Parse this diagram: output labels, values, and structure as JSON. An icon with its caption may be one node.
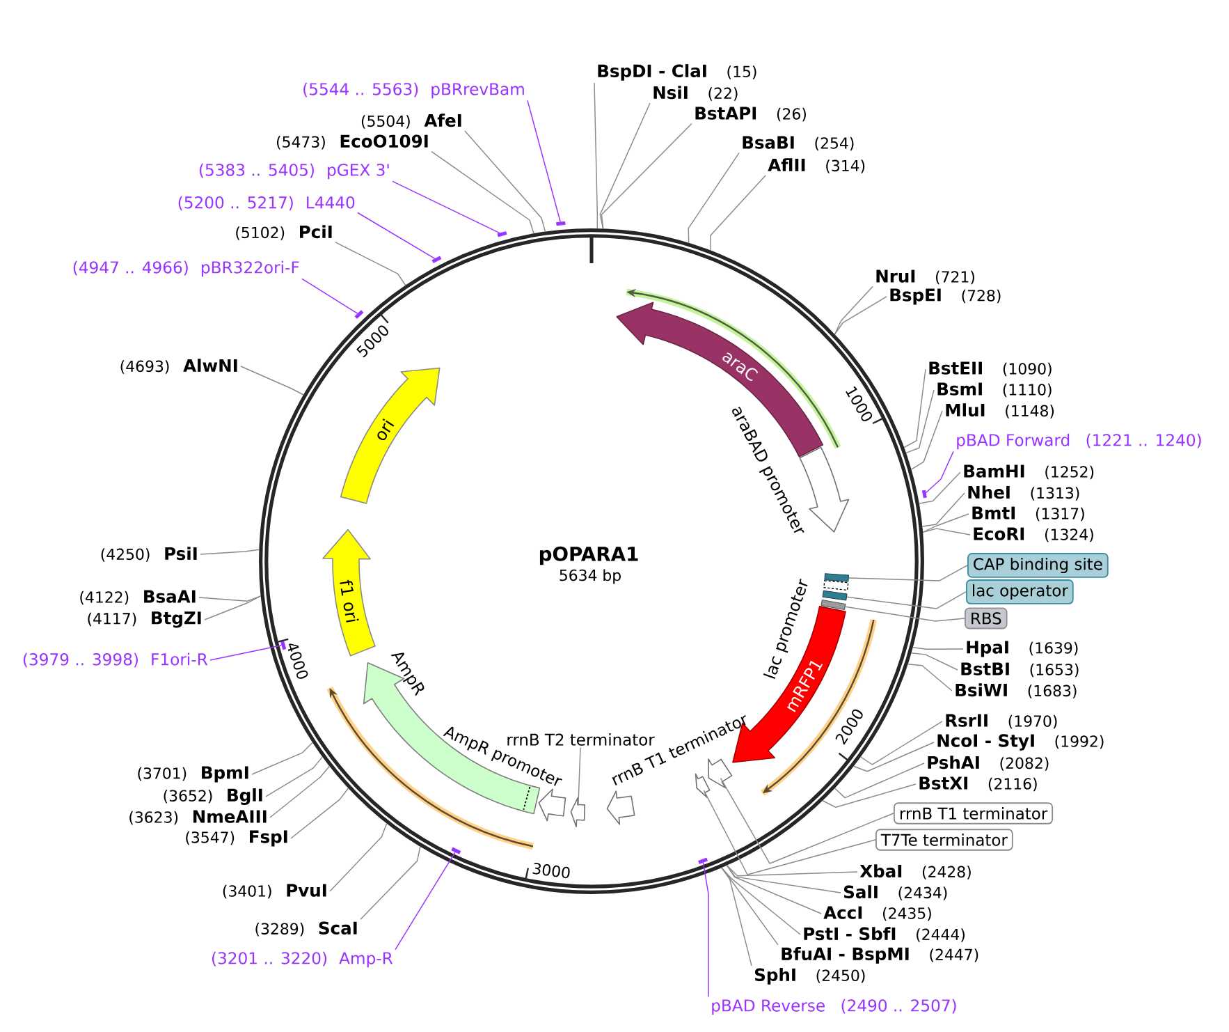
{
  "diagram": {
    "title": "pOPARA1",
    "nodes": [
      {
        "text": [
          "BspDI - ClaI",
          "(15)"
        ]
      },
      {
        "text": [
          "(5544 .. 5563)",
          "pBRrevBam"
        ]
      },
      {
        "text": [
          "NsiI",
          "(22)"
        ]
      },
      {
        "text": [
          "BstAPI",
          "(26)"
        ]
      },
      {
        "text": [
          "(5504)",
          "AfeI"
        ]
      },
      {
        "text": [
          "(5473)",
          "EcoO109I"
        ]
      },
      {
        "text": [
          "BsaBI",
          "(254)"
        ]
      },
      {
        "text": [
          "AflII",
          "(314)"
        ]
      },
      {
        "text": [
          "(5383 .. 5405)",
          "pGEX 3'"
        ]
      },
      {
        "text": [
          "(5200 .. 5217)",
          "L4440"
        ]
      },
      {
        "text": [
          "(5102)",
          "PciI"
        ]
      },
      {
        "text": [
          "(4947 .. 4966)",
          "pBR322ori-F"
        ]
      },
      {
        "text": [
          "NruI",
          "(721)"
        ]
      },
      {
        "text": [
          "BspEI",
          "(728)"
        ]
      },
      {
        "text": [
          "(4693)",
          "AlwNI"
        ]
      },
      {
        "text": [
          "BstEII",
          "(1090)"
        ]
      },
      {
        "text": [
          "BsmI",
          "(1110)"
        ]
      },
      {
        "text": [
          "MluI",
          "(1148)"
        ]
      },
      {
        "text": [
          "pBAD Forward",
          "(1221 .. 1240)"
        ]
      },
      {
        "text": [
          "BamHI",
          "(1252)"
        ]
      },
      {
        "text": [
          "NheI",
          "(1313)"
        ]
      },
      {
        "text": [
          "BmtI",
          "(1317)"
        ]
      },
      {
        "text": [
          "EcoRI",
          "(1324)"
        ]
      },
      {
        "text": [
          "(4250)",
          "PsiI"
        ]
      },
      {
        "text": [
          "CAP binding site"
        ]
      },
      {
        "text": [
          "lac operator"
        ]
      },
      {
        "text": [
          "(4122)",
          "BsaAI"
        ]
      },
      {
        "text": [
          "RBS"
        ]
      },
      {
        "text": [
          "(4117)",
          "BtgZI"
        ]
      },
      {
        "text": [
          "HpaI",
          "(1639)"
        ]
      },
      {
        "text": [
          "(3979 .. 3998)",
          "F1ori-R"
        ]
      },
      {
        "text": [
          "BstBI",
          "(1653)"
        ]
      },
      {
        "text": [
          "BsiWI",
          "(1683)"
        ]
      },
      {
        "text": [
          "RsrII",
          "(1970)"
        ]
      },
      {
        "text": [
          "NcoI - StyI",
          "(1992)"
        ]
      },
      {
        "text": [
          "PshAI",
          "(2082)"
        ]
      },
      {
        "text": [
          "(3701)",
          "BpmI"
        ]
      },
      {
        "text": [
          "BstXI",
          "(2116)"
        ]
      },
      {
        "text": [
          "(3652)",
          "BglI"
        ]
      },
      {
        "text": [
          "rrnB T1 terminator"
        ]
      },
      {
        "text": [
          "(3623)",
          "NmeAIII"
        ]
      },
      {
        "text": [
          "(3547)",
          "FspI"
        ]
      },
      {
        "text": [
          "T7Te terminator"
        ]
      },
      {
        "text": [
          "XbaI",
          "(2428)"
        ]
      },
      {
        "text": [
          "(3401)",
          "PvuI"
        ]
      },
      {
        "text": [
          "SalI",
          "(2434)"
        ]
      },
      {
        "text": [
          "AccI",
          "(2435)"
        ]
      },
      {
        "text": [
          "(3289)",
          "ScaI"
        ]
      },
      {
        "text": [
          "PstI - SbfI",
          "(2444)"
        ]
      },
      {
        "text": [
          "BfuAI - BspMI",
          "(2447)"
        ]
      },
      {
        "text": [
          "(3201 .. 3220)",
          "Amp-R"
        ]
      },
      {
        "text": [
          "SphI",
          "(2450)"
        ]
      },
      {
        "text": [
          "pBAD Reverse",
          "(2490 .. 2507)"
        ]
      },
      {
        "text": [
          "araC"
        ],
        "in": 77
      },
      {
        "text": [
          "ori"
        ],
        "in": 77
      },
      {
        "text": [
          "araBAD promoter"
        ],
        "in": 77
      },
      {
        "text": [
          "f1 ori"
        ],
        "in": 77
      },
      {
        "text": [
          "lac promoter"
        ],
        "in": 77
      },
      {
        "text": [
          "mRFP1"
        ],
        "in": 77
      },
      {
        "text": [
          "AmpR"
        ],
        "in": 77
      },
      {
        "text": [
          "rrnB T2 terminator"
        ],
        "in": 77
      },
      {
        "text": [
          "AmpR promoter"
        ],
        "in": 77
      },
      {
        "text": [
          "rrnB T1 terminator"
        ],
        "in": 77
      },
      {
        "text": [],
        "shape": "bar",
        "in": 77
      },
      {
        "text": [],
        "shape": "bar",
        "in": 77
      },
      {
        "text": [],
        "shape": "bar",
        "in": 77
      },
      {
        "text": [],
        "shape": "arrow",
        "in": 77
      },
      {
        "text": [],
        "shape": "arrow",
        "in": 77
      },
      {
        "text": [],
        "shape": "arrow",
        "in": 77
      },
      {
        "text": [],
        "shape": "bar"
      },
      {
        "text": [],
        "shape": "bar"
      },
      {
        "text": [],
        "shape": "bar"
      },
      {
        "text": [],
        "shape": "bar"
      },
      {
        "text": [],
        "shape": "bar"
      },
      {
        "text": [],
        "shape": "bar",
        "in": 77
      },
      {
        "text": [],
        "shape": "bar",
        "in": 77
      },
      {
        "text": [],
        "shape": "bar",
        "in": 77
      },
      {
        "text": [],
        "shape": "circle"
      }
    ],
    "edges": [
      {
        "from": 0,
        "to": 77,
        "arrow": "none"
      },
      {
        "from": 1,
        "to": 69,
        "arrow": "none",
        "color": "#9933ff"
      },
      {
        "from": 2,
        "to": 77,
        "arrow": "none"
      },
      {
        "from": 3,
        "to": 77,
        "arrow": "none"
      },
      {
        "from": 4,
        "to": 77,
        "arrow": "none"
      },
      {
        "from": 5,
        "to": 77,
        "arrow": "none"
      },
      {
        "from": 6,
        "to": 77,
        "arrow": "none"
      },
      {
        "from": 7,
        "to": 77,
        "arrow": "none"
      },
      {
        "from": 8,
        "to": 70,
        "arrow": "none",
        "color": "#9933ff"
      },
      {
        "from": 9,
        "to": 71,
        "arrow": "none",
        "color": "#9933ff"
      },
      {
        "from": 10,
        "to": 77,
        "arrow": "none"
      },
      {
        "from": 11,
        "to": 72,
        "arrow": "none",
        "color": "#9933ff"
      },
      {
        "from": 12,
        "to": 77,
        "arrow": "none"
      },
      {
        "from": 13,
        "to": 77,
        "arrow": "none"
      },
      {
        "from": 14,
        "to": 77,
        "arrow": "none"
      },
      {
        "from": 15,
        "to": 77,
        "arrow": "none"
      },
      {
        "from": 16,
        "to": 77,
        "arrow": "none"
      },
      {
        "from": 17,
        "to": 77,
        "arrow": "none"
      },
      {
        "from": 18,
        "to": 73,
        "arrow": "none",
        "color": "#9933ff"
      },
      {
        "from": 19,
        "to": 77,
        "arrow": "none"
      },
      {
        "from": 20,
        "to": 77,
        "arrow": "none"
      },
      {
        "from": 21,
        "to": 77,
        "arrow": "none"
      },
      {
        "from": 22,
        "to": 77,
        "arrow": "none"
      },
      {
        "from": 23,
        "to": 77,
        "arrow": "none"
      },
      {
        "from": 24,
        "to": 63,
        "arrow": "none"
      },
      {
        "from": 25,
        "to": 64,
        "arrow": "none"
      },
      {
        "from": 26,
        "to": 77,
        "arrow": "none"
      },
      {
        "from": 27,
        "to": 65,
        "arrow": "none"
      },
      {
        "from": 28,
        "to": 77,
        "arrow": "none"
      },
      {
        "from": 29,
        "to": 77,
        "arrow": "none"
      },
      {
        "from": 30,
        "to": 74,
        "arrow": "none",
        "color": "#9933ff"
      },
      {
        "from": 31,
        "to": 77,
        "arrow": "none"
      },
      {
        "from": 32,
        "to": 77,
        "arrow": "none"
      },
      {
        "from": 33,
        "to": 77,
        "arrow": "none"
      },
      {
        "from": 34,
        "to": 77,
        "arrow": "none"
      },
      {
        "from": 35,
        "to": 77,
        "arrow": "none"
      },
      {
        "from": 36,
        "to": 77,
        "arrow": "none"
      },
      {
        "from": 37,
        "to": 77,
        "arrow": "none"
      },
      {
        "from": 38,
        "to": 77,
        "arrow": "none"
      },
      {
        "from": 39,
        "to": 66,
        "arrow": "none"
      },
      {
        "from": 40,
        "to": 77,
        "arrow": "none"
      },
      {
        "from": 41,
        "to": 77,
        "arrow": "none"
      },
      {
        "from": 42,
        "to": 67,
        "arrow": "none"
      },
      {
        "from": 43,
        "to": 77,
        "arrow": "none"
      },
      {
        "from": 44,
        "to": 77,
        "arrow": "none"
      },
      {
        "from": 45,
        "to": 77,
        "arrow": "none"
      },
      {
        "from": 46,
        "to": 77,
        "arrow": "none"
      },
      {
        "from": 47,
        "to": 77,
        "arrow": "none"
      },
      {
        "from": 48,
        "to": 77,
        "arrow": "none"
      },
      {
        "from": 49,
        "to": 77,
        "arrow": "none"
      },
      {
        "from": 50,
        "to": 75,
        "arrow": "none",
        "color": "#9933ff"
      },
      {
        "from": 51,
        "to": 77,
        "arrow": "none"
      },
      {
        "from": 52,
        "to": 76,
        "arrow": "none",
        "color": "#9933ff"
      },
      {
        "from": 60,
        "to": 68,
        "arrow": "none"
      }
    ],
    "labels": [
      "5000",
      "1000",
      "5634 bp",
      "4000",
      "2000",
      "3000"
    ]
  }
}
